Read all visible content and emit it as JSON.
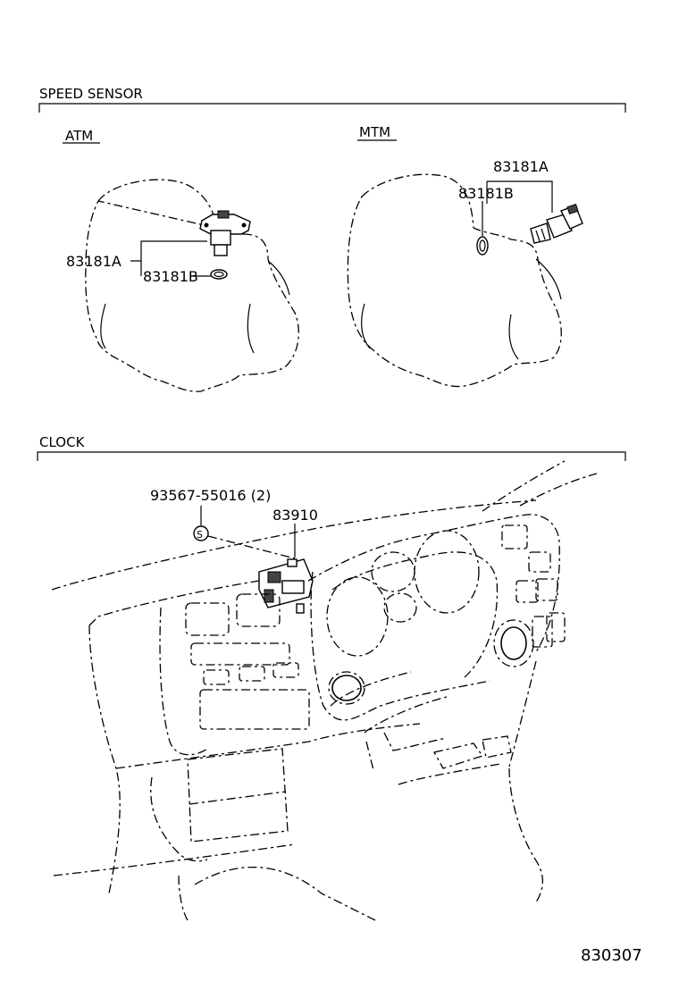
{
  "sections": {
    "speed_sensor": {
      "title": "SPEED SENSOR",
      "atm": {
        "label": "ATM",
        "parts": {
          "sensor": "83181A",
          "o_ring": "83181B"
        }
      },
      "mtm": {
        "label": "MTM",
        "parts": {
          "sensor": "83181A",
          "o_ring": "83181B"
        }
      }
    },
    "clock": {
      "title": "CLOCK",
      "parts": {
        "screw": "93567-55016 (2)",
        "screw_symbol": "S",
        "clock": "83910"
      }
    }
  },
  "reference_number": "830307"
}
